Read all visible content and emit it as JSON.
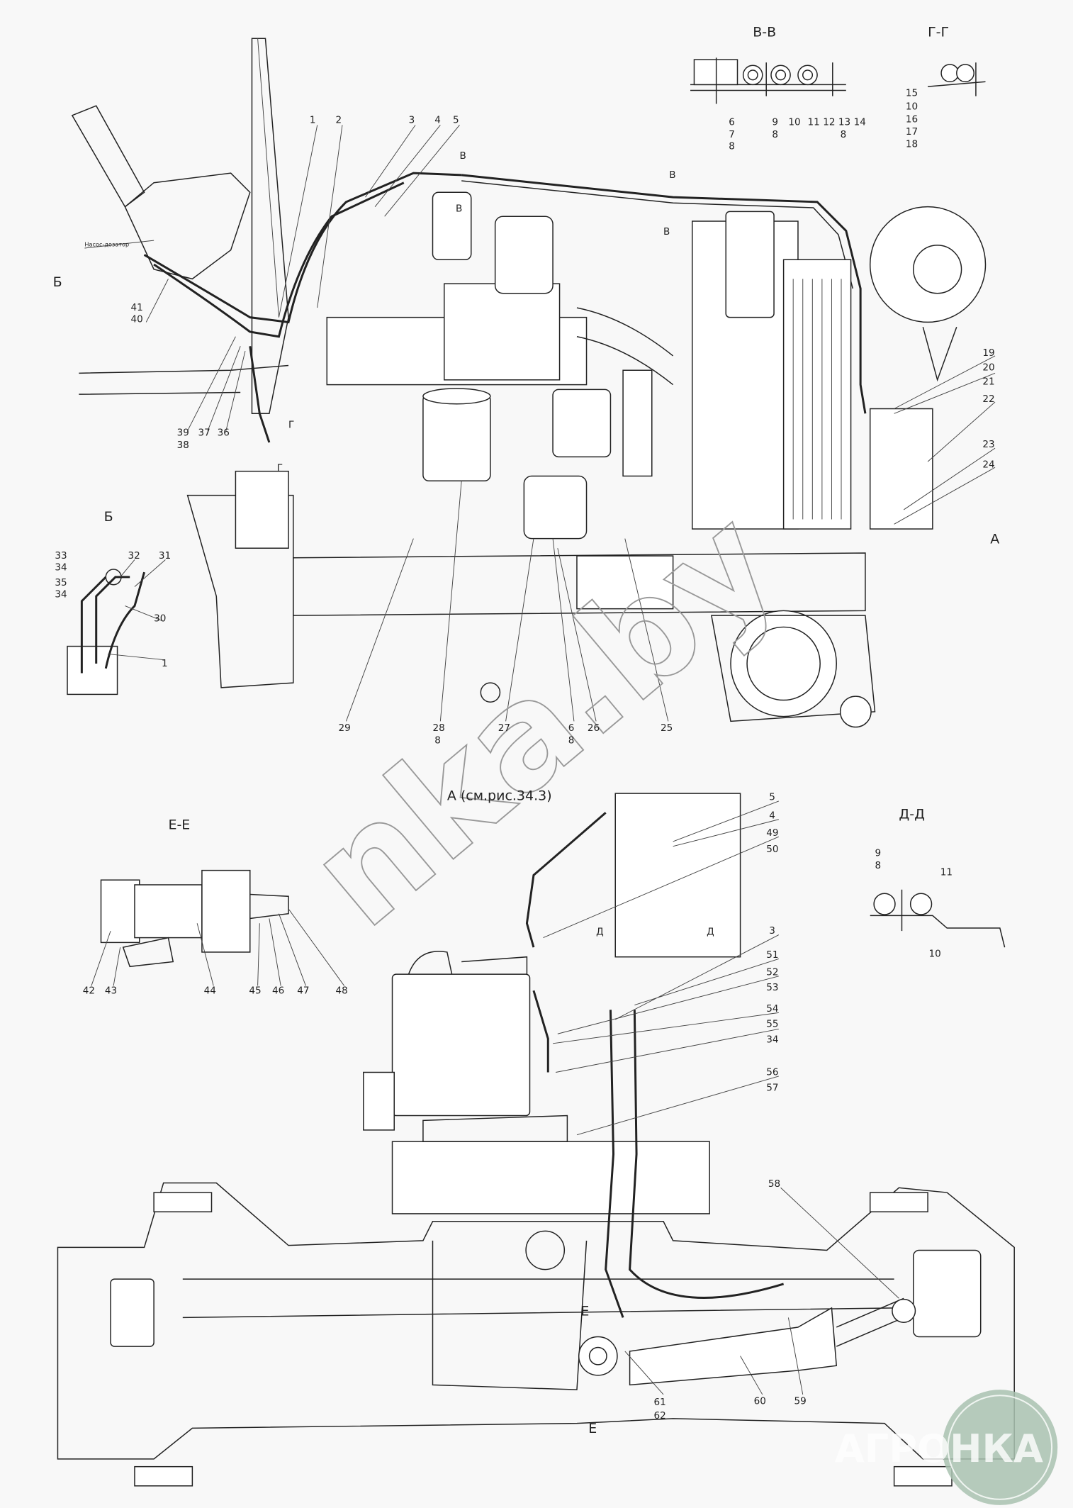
{
  "sections": {
    "vv": "В-В",
    "gg": "Г-Г",
    "b_arrow": "Б",
    "b_view": "Б",
    "a_arrow": "А",
    "ee": "Е-Е",
    "dd": "Д-Д",
    "a_ref": "А (см.рис.34.3)",
    "v1": "В",
    "v2": "В",
    "v3": "В",
    "v4": "В",
    "g1": "Г",
    "g2": "Г",
    "d1": "Д",
    "d2": "Д",
    "e1": "Е",
    "e2": "Е"
  },
  "note": "Насос-дозатор",
  "callouts": {
    "c1": "1",
    "c2": "2",
    "c3": "3",
    "c4": "4",
    "c5": "5",
    "c6": "6",
    "c7": "7",
    "c8a": "8",
    "c9": "9",
    "c8b": "8",
    "c10": "10",
    "c11": "11",
    "c12": "12",
    "c13": "13",
    "c8c": "8",
    "c14": "14",
    "c15": "15",
    "c10b": "10",
    "c16": "16",
    "c17": "17",
    "c18": "18",
    "c41": "41",
    "c40": "40",
    "c39": "39",
    "c38": "38",
    "c37": "37",
    "c36": "36",
    "c19": "19",
    "c20": "20",
    "c21": "21",
    "c22": "22",
    "c23": "23",
    "c24": "24",
    "c33": "33",
    "c34a": "34",
    "c35": "35",
    "c34b": "34",
    "c32": "32",
    "c31": "31",
    "c30": "30",
    "c1b": "1",
    "c29": "29",
    "c28": "28",
    "c8d": "8",
    "c27": "27",
    "c6b": "6",
    "c8e": "8",
    "c26": "26",
    "c25": "25",
    "c42": "42",
    "c43": "43",
    "c44": "44",
    "c45": "45",
    "c46": "46",
    "c47": "47",
    "c48": "48",
    "c9b": "9",
    "c8f": "8",
    "c11b": "11",
    "c10c": "10",
    "c5b": "5",
    "c4b": "4",
    "c49": "49",
    "c50": "50",
    "c3b": "3",
    "c51": "51",
    "c52": "52",
    "c53": "53",
    "c54": "54",
    "c55": "55",
    "c34c": "34",
    "c56": "56",
    "c57": "57",
    "c58": "58",
    "c59": "59",
    "c60": "60",
    "c61": "61",
    "c62": "62"
  },
  "watermark": "nka.by",
  "logo": {
    "text": "АГРОНКА",
    "color": "#a9c2b0"
  }
}
